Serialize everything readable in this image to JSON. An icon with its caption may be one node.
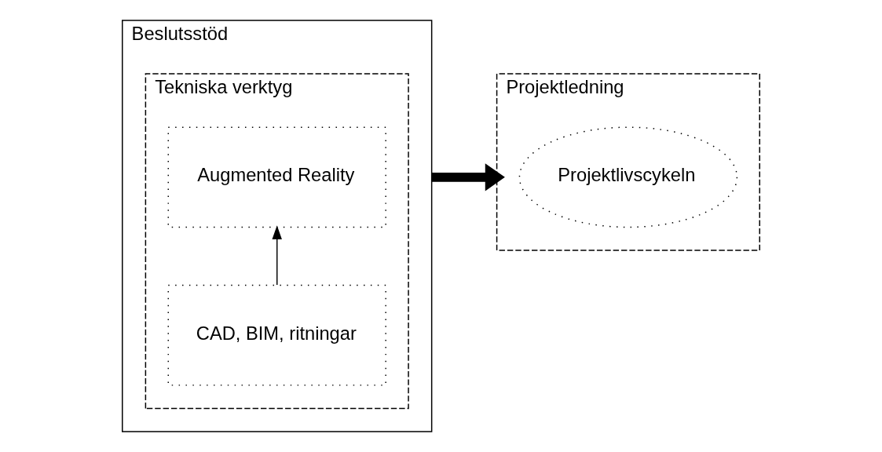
{
  "diagram": {
    "nodes": [
      {
        "text": [
          "Beslutsstöd"
        ]
      },
      {
        "text": [
          "Tekniska verktyg"
        ],
        "in": 0
      },
      {
        "text": [
          "Augmented Reality"
        ],
        "in": 1
      },
      {
        "text": [
          "CAD, BIM, ritningar"
        ],
        "in": 1
      },
      {
        "text": [
          "Projektledning"
        ]
      },
      {
        "text": [
          "Projektlivscykeln"
        ],
        "in": 4
      }
    ],
    "edges": [
      {
        "from": 3,
        "to": 2,
        "arrow": "to"
      },
      {
        "from": 0,
        "to": 4,
        "arrow": "to",
        "style": "thick"
      }
    ]
  }
}
